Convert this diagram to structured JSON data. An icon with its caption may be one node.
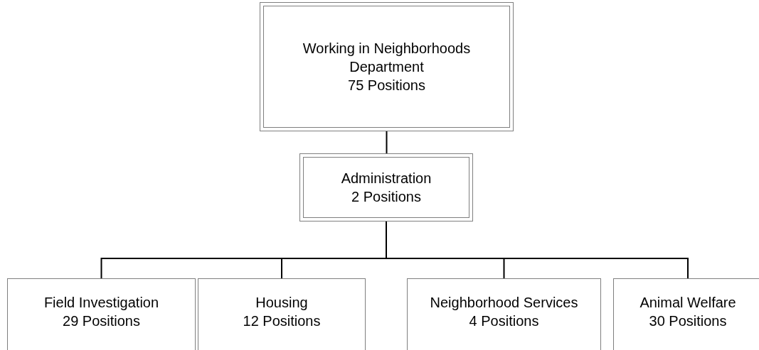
{
  "diagram": {
    "nodes": [
      {
        "text": [
          "Working in Neighborhoods Department",
          "75 Positions"
        ]
      },
      {
        "text": [
          "Administration",
          "2 Positions"
        ]
      },
      {
        "text": [
          "Field Investigation",
          "29 Positions"
        ]
      },
      {
        "text": [
          "Housing",
          "12 Positions"
        ]
      },
      {
        "text": [
          "Neighborhood Services",
          "4 Positions"
        ]
      },
      {
        "text": [
          "Animal Welfare",
          "30 Positions"
        ]
      }
    ],
    "edges": [
      {
        "from": 0,
        "to": 1,
        "arrow": "none"
      },
      {
        "from": 1,
        "to": 2,
        "arrow": "none"
      },
      {
        "from": 1,
        "to": 3,
        "arrow": "none"
      },
      {
        "from": 1,
        "to": 4,
        "arrow": "none"
      },
      {
        "from": 1,
        "to": 5,
        "arrow": "none"
      }
    ]
  }
}
